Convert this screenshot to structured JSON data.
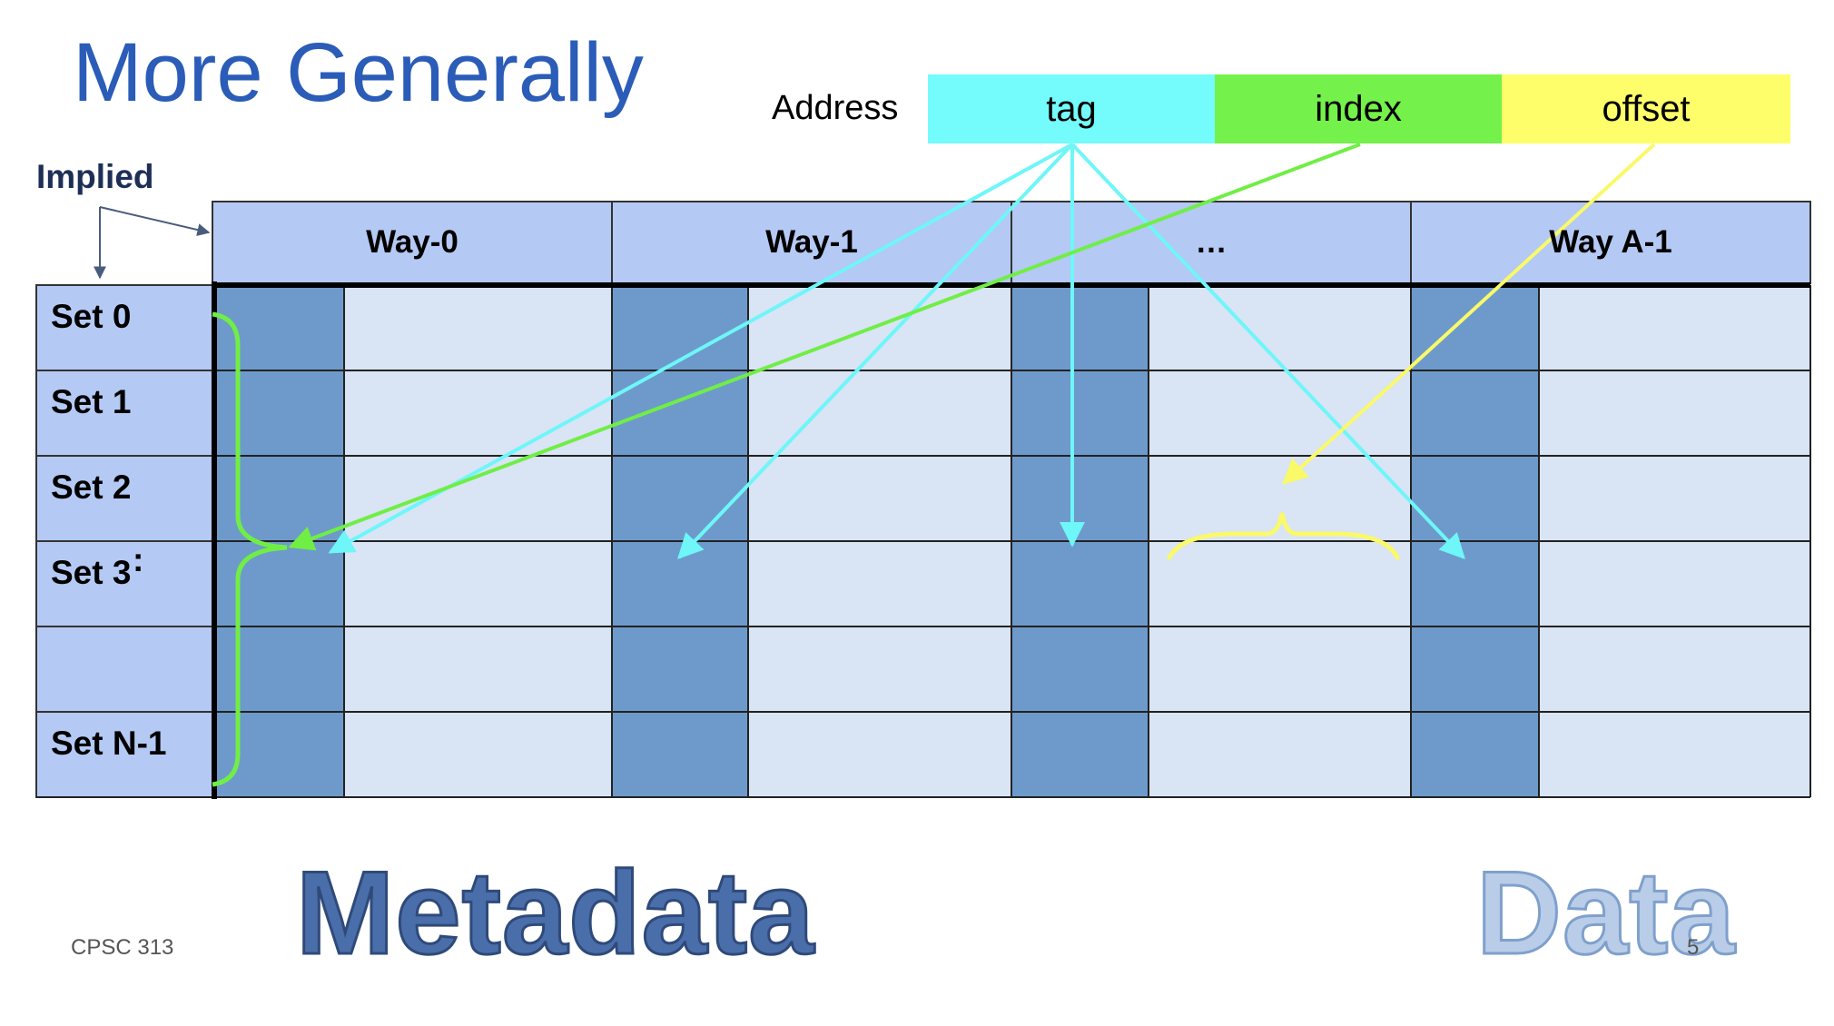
{
  "slide": {
    "title": "More Generally",
    "implied_label": "Implied",
    "footer": "CPSC 313",
    "page_number": "5"
  },
  "address": {
    "label": "Address",
    "fields": [
      {
        "name": "tag",
        "color": "#74FBFB"
      },
      {
        "name": "index",
        "color": "#74F14A"
      },
      {
        "name": "offset",
        "color": "#FEFE6B"
      }
    ]
  },
  "cache": {
    "ways": [
      "Way-0",
      "Way-1",
      "…",
      "Way A-1"
    ],
    "sets": [
      "Set 0",
      "Set 1",
      "Set 2",
      "Set 3",
      "",
      "Set N-1"
    ],
    "set_dots": ":"
  },
  "labels": {
    "metadata": "Metadata",
    "data": "Data"
  },
  "colors": {
    "title": "#2A5CB8",
    "header_fill": "#B4C9F3",
    "metadata_fill": "#6E9ACB",
    "data_fill": "#D9E4F4",
    "tag_arrow": "#6EF6F9",
    "index_arrow": "#70EE45",
    "offset_arrow": "#F9F96A"
  }
}
